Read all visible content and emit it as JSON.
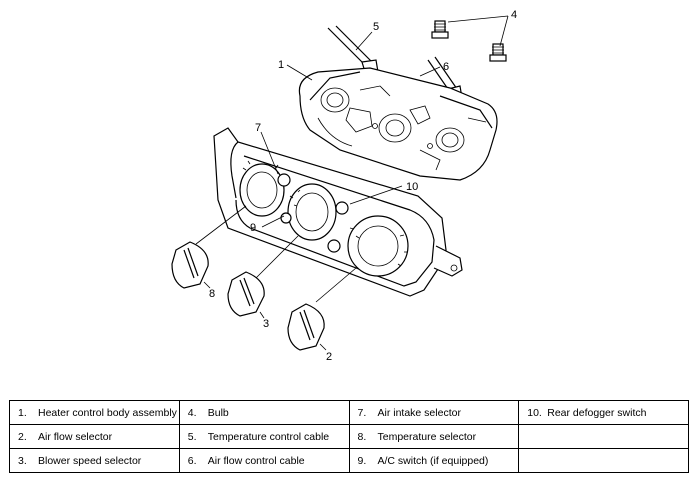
{
  "callouts": {
    "c1": "1",
    "c2": "2",
    "c3": "3",
    "c4": "4",
    "c5": "5",
    "c6": "6",
    "c7": "7",
    "c8": "8",
    "c9": "9",
    "c10": "10"
  },
  "legend": [
    [
      {
        "num": "1.",
        "label": "Heater control body assembly"
      },
      {
        "num": "4.",
        "label": "Bulb"
      },
      {
        "num": "7.",
        "label": "Air intake selector"
      },
      {
        "num": "10.",
        "label": "Rear defogger switch"
      }
    ],
    [
      {
        "num": "2.",
        "label": "Air flow selector"
      },
      {
        "num": "5.",
        "label": "Temperature control cable"
      },
      {
        "num": "8.",
        "label": "Temperature selector"
      },
      {
        "num": "",
        "label": ""
      }
    ],
    [
      {
        "num": "3.",
        "label": "Blower speed selector"
      },
      {
        "num": "6.",
        "label": "Air flow control cable"
      },
      {
        "num": "9.",
        "label": "A/C switch (if equipped)"
      },
      {
        "num": "",
        "label": ""
      }
    ]
  ]
}
